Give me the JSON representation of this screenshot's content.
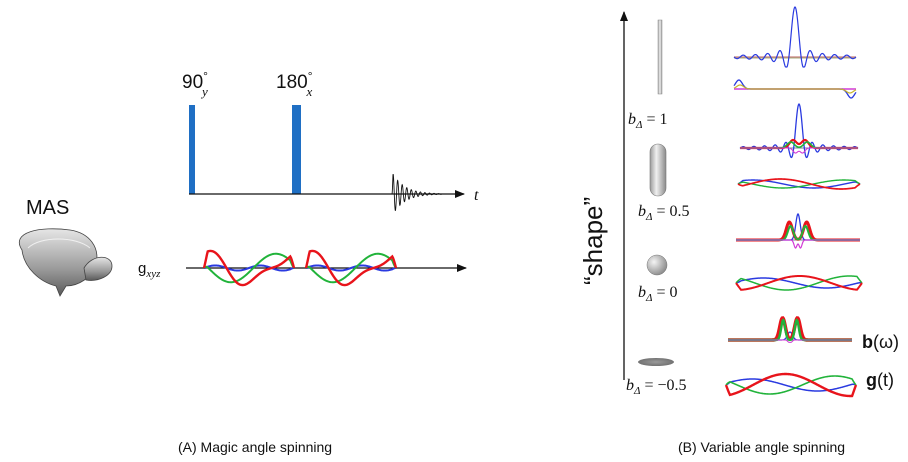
{
  "panel_a": {
    "mas_label": "MAS",
    "pulse_90": {
      "base": "90",
      "deg": "°",
      "sub": "y"
    },
    "pulse_180": {
      "base": "180",
      "deg": "°",
      "sub": "x"
    },
    "time_label": "t",
    "gradient_label": {
      "base": "g",
      "sub": "xyz"
    },
    "caption": "(A) Magic angle spinning"
  },
  "panel_b": {
    "y_axis_label": "“shape”",
    "b_delta_values": [
      {
        "base": "b",
        "sub": "Δ",
        "rest": " = 1"
      },
      {
        "base": "b",
        "sub": "Δ",
        "rest": " = 0.5"
      },
      {
        "base": "b",
        "sub": "Δ",
        "rest": " = 0"
      },
      {
        "base": "b",
        "sub": "Δ",
        "rest": " = −0.5"
      }
    ],
    "b_omega_label": {
      "bold": "b",
      "rest": "(ω)"
    },
    "g_t_label": {
      "bold": "g",
      "rest": "(t)"
    },
    "caption": "(B) Variable angle spinning"
  },
  "colors": {
    "pulse_blue": "#1f6fc4",
    "x_red": "#e8141b",
    "y_green": "#21b33a",
    "z_blue": "#2a3ae0",
    "magenta": "#d23bd6",
    "axis_black": "#111111"
  }
}
